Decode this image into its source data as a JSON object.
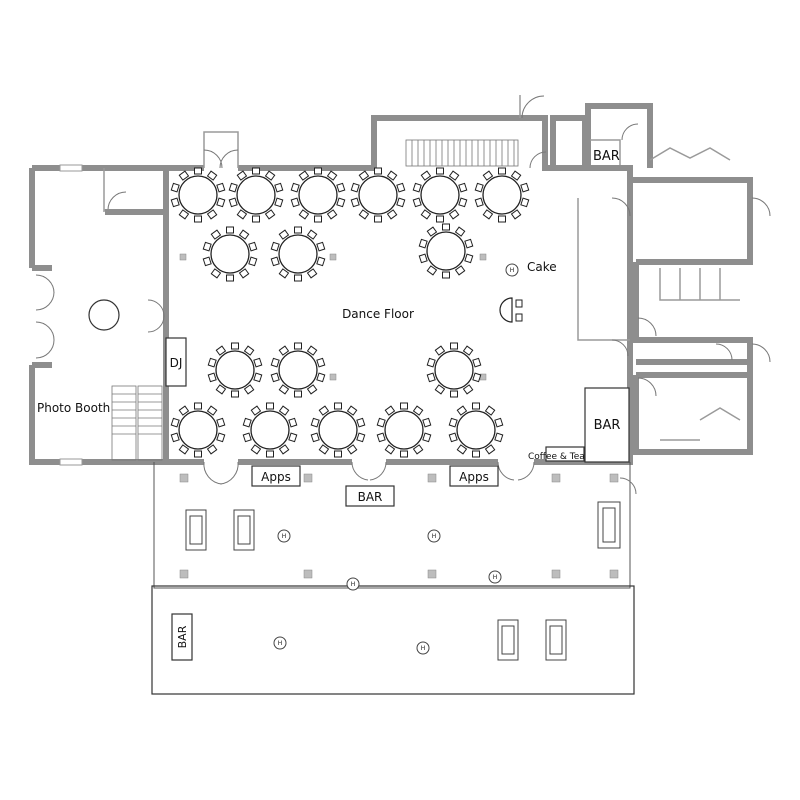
{
  "labels": {
    "dance_floor": "Dance Floor",
    "cake": "Cake",
    "dj": "DJ",
    "photo_booth": "Photo Booth",
    "bar_right": "BAR",
    "coffee_tea": "Coffee & Tea",
    "apps_left": "Apps",
    "apps_right": "Apps",
    "bar_center": "BAR",
    "bar_lower": "BAR",
    "heater": "H"
  },
  "tables": {
    "count": 17,
    "row1": 6,
    "row2": 3,
    "row3": 3,
    "row4": 5
  },
  "icons": [
    "round-table-icon",
    "chair-icon",
    "heater-icon",
    "pillar-icon",
    "door-swing-icon",
    "stairs-icon",
    "sofa-icon"
  ]
}
